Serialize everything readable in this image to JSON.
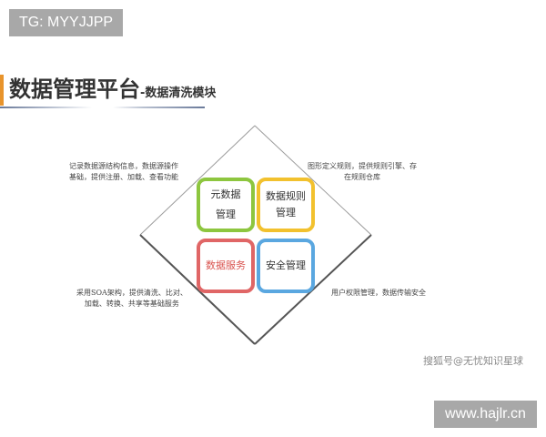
{
  "top_tag": "TG: MYYJJPP",
  "header": {
    "title": "数据管理平台",
    "subtitle": "-数据清洗模块",
    "accent_color": "#e8942c"
  },
  "diagram": {
    "modules": [
      {
        "label_line1": "元数据",
        "label_line2": "管理",
        "border_color": "#8dc63f",
        "text_color": "#333333"
      },
      {
        "label_line1": "数据规则",
        "label_line2": "管理",
        "border_color": "#f2c12e",
        "text_color": "#333333"
      },
      {
        "label_line1": "数据服务",
        "label_line2": "",
        "border_color": "#e06666",
        "text_color": "#d9534f"
      },
      {
        "label_line1": "安全管理",
        "label_line2": "",
        "border_color": "#5aa7e0",
        "text_color": "#333333"
      }
    ],
    "notes": {
      "top_left": [
        "记录数据源结构信息，数据源操作",
        "基础，提供注册、加载、查看功能"
      ],
      "top_right": [
        "图形定义规则，提供规则引擎、存",
        "在规则仓库"
      ],
      "bottom_left": [
        "采用SOA架构，提供清洗、比对、",
        "加载、转换、共享等基础服务"
      ],
      "bottom_right": [
        "用户权限管理，数据传输安全"
      ]
    }
  },
  "watermark": "搜狐号@无忧知识星球",
  "url_tag": "www.hajlr.cn"
}
